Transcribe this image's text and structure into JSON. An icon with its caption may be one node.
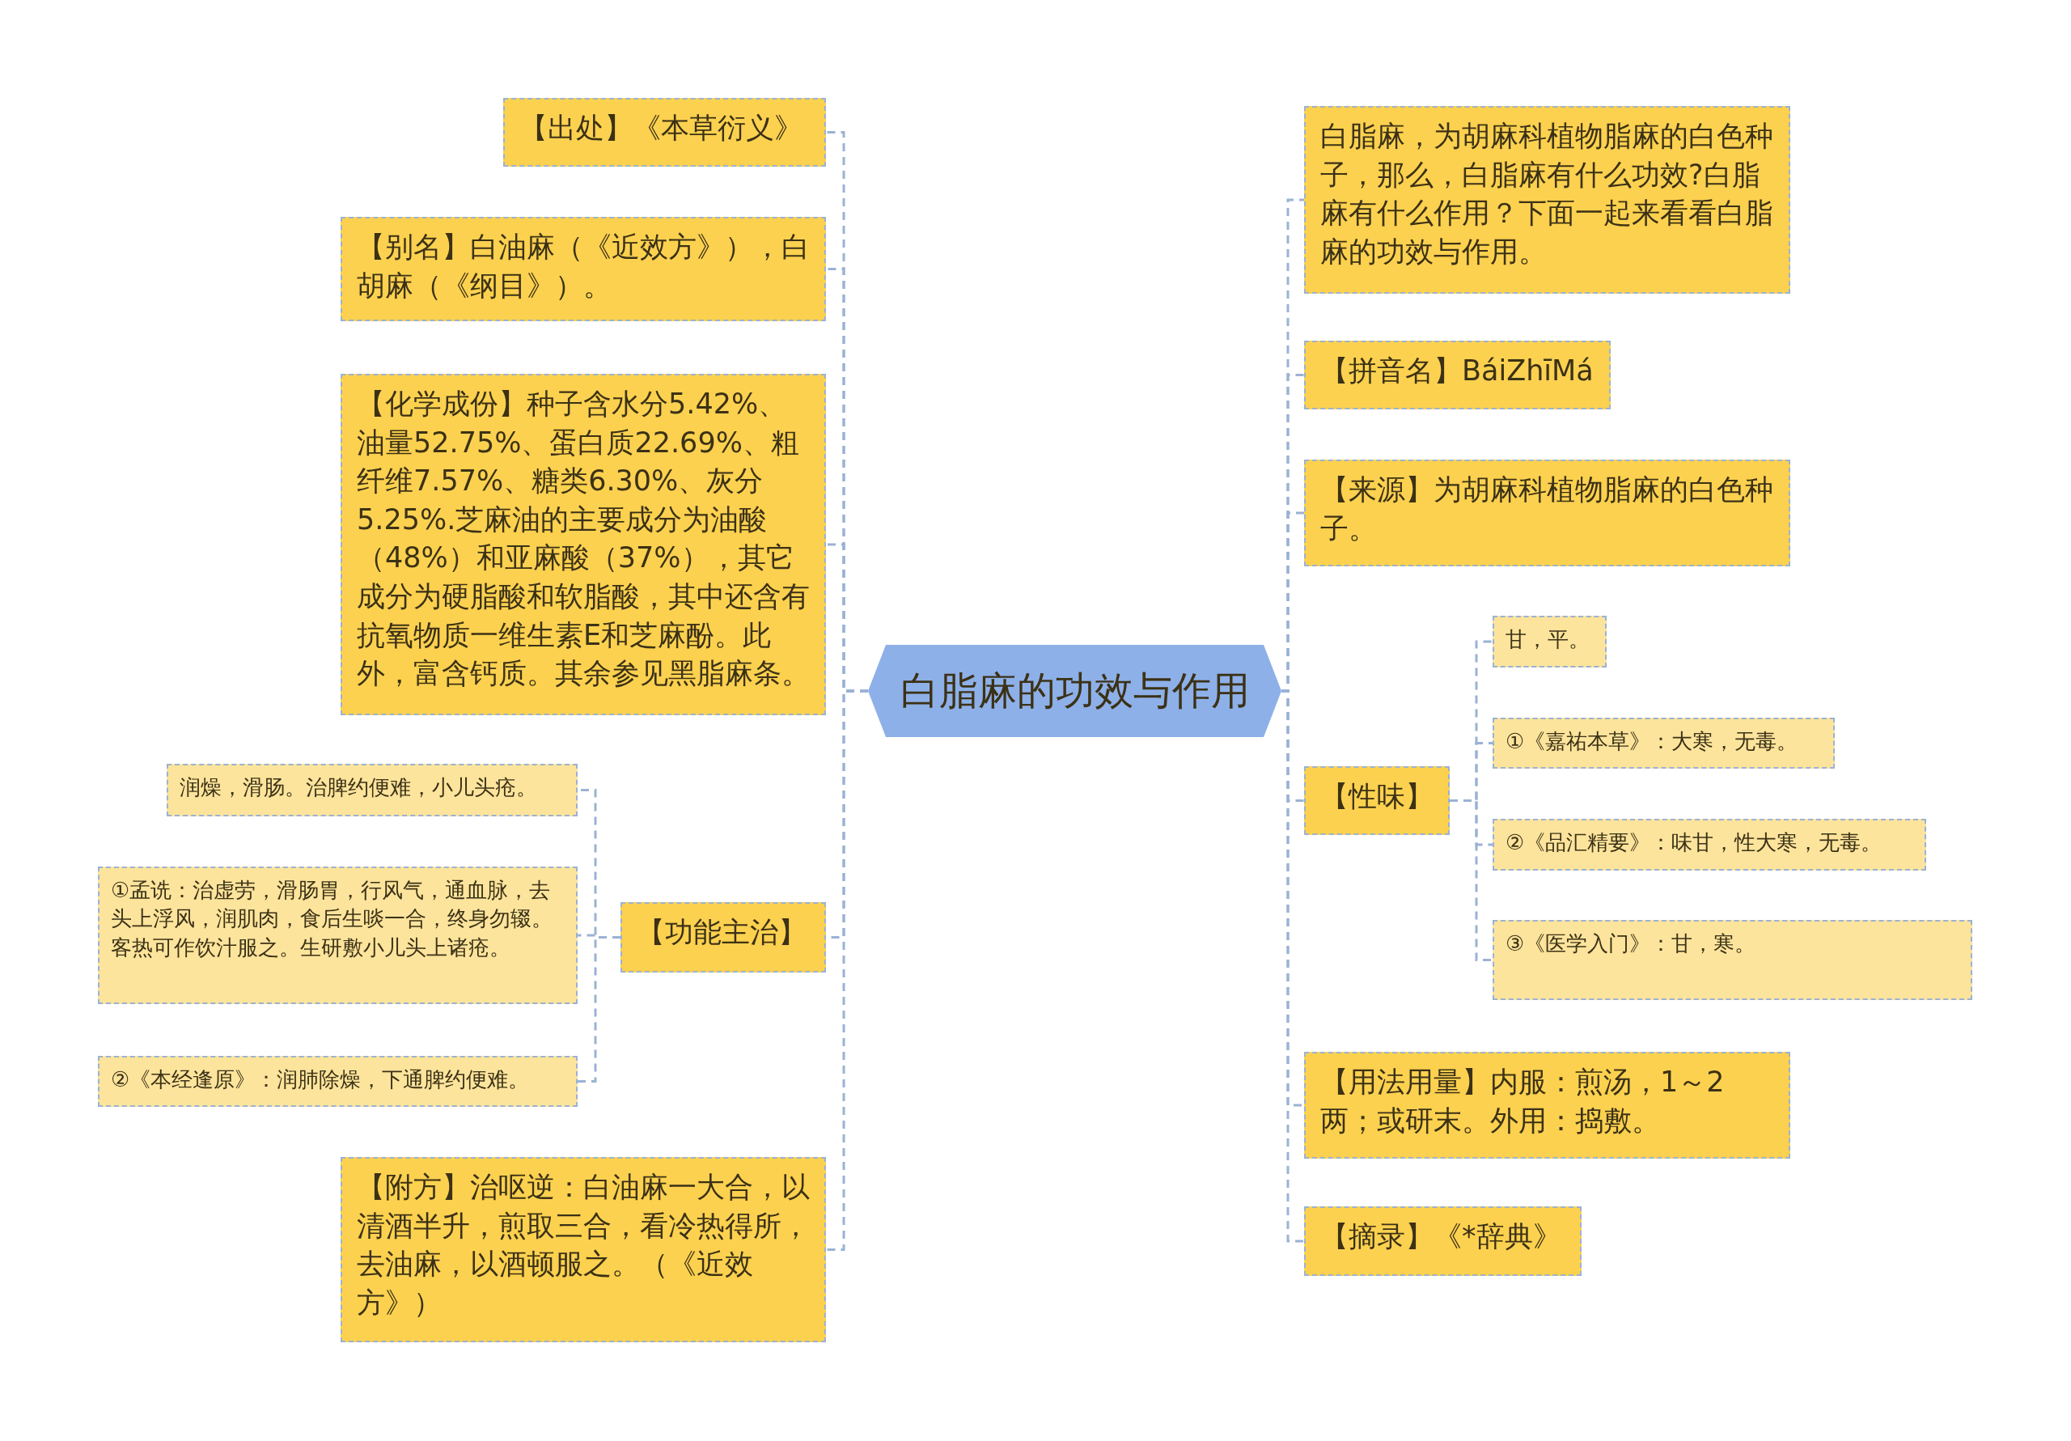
{
  "diagram": {
    "nodes": [
      {
        "text": [
          "白脂麻的功效与作用"
        ]
      },
      {
        "text": [
          "【出处】《本草衍义》"
        ]
      },
      {
        "text": [
          "【别名】白油麻（《近效方》），白胡麻（《纲目》）。"
        ]
      },
      {
        "text": [
          "【化学成份】种子含水分5.42%、油量52.75%、蛋白质22.69%、粗纤维7.57%、糖类6.30%、灰分5.25%.芝麻油的主要成分为油酸（48%）和亚麻酸（37%），其它成分为硬脂酸和软脂酸，其中还含有抗氧物质一维生素E和芝麻酚。此外，富含钙质。其余参见黑脂麻条。"
        ]
      },
      {
        "text": [
          "【功能主治】"
        ]
      },
      {
        "text": [
          "润燥，滑肠。治脾约便难，小儿头疮。"
        ]
      },
      {
        "text": [
          "①孟诜：治虚劳，滑肠胃，行风气，通血脉，去头上浮风，润肌肉，食后生啖一合，终身勿辍。客热可作饮汁服之。生研敷小儿头上诸疮。"
        ]
      },
      {
        "text": [
          "②《本经逢原》：润肺除燥，下通脾约便难。"
        ]
      },
      {
        "text": [
          "【附方】治呕逆：白油麻一大合，以清酒半升，煎取三合，看冷热得所，去油麻，以酒顿服之。（《近效方》）"
        ]
      },
      {
        "text": [
          "白脂麻，为胡麻科植物脂麻的白色种子，那么，白脂麻有什么功效?白脂麻有什么作用？下面一起来看看白脂麻的功效与作用。"
        ]
      },
      {
        "text": [
          "【拼音名】BáiZhīMá"
        ]
      },
      {
        "text": [
          "【来源】为胡麻科植物脂麻的白色种子。"
        ]
      },
      {
        "text": [
          "【性味】"
        ]
      },
      {
        "text": [
          "甘，平。"
        ]
      },
      {
        "text": [
          "①《嘉祐本草》：大寒，无毒。"
        ]
      },
      {
        "text": [
          "②《品汇精要》：味甘，性大寒，无毒。"
        ]
      },
      {
        "text": [
          "③《医学入门》：甘，寒。"
        ]
      },
      {
        "text": [
          "【用法用量】内服：煎汤，1～2两；或研末。外用：捣敷。"
        ]
      },
      {
        "text": [
          "【摘录】《*辞典》"
        ]
      }
    ],
    "edges": [
      {
        "from": 0,
        "to": 1,
        "arrow": "none"
      },
      {
        "from": 0,
        "to": 2,
        "arrow": "none"
      },
      {
        "from": 0,
        "to": 3,
        "arrow": "none"
      },
      {
        "from": 0,
        "to": 4,
        "arrow": "none"
      },
      {
        "from": 4,
        "to": 5,
        "arrow": "none"
      },
      {
        "from": 4,
        "to": 6,
        "arrow": "none"
      },
      {
        "from": 4,
        "to": 7,
        "arrow": "none"
      },
      {
        "from": 0,
        "to": 8,
        "arrow": "none"
      },
      {
        "from": 0,
        "to": 9,
        "arrow": "none"
      },
      {
        "from": 0,
        "to": 10,
        "arrow": "none"
      },
      {
        "from": 0,
        "to": 11,
        "arrow": "none"
      },
      {
        "from": 0,
        "to": 12,
        "arrow": "none"
      },
      {
        "from": 12,
        "to": 13,
        "arrow": "none"
      },
      {
        "from": 12,
        "to": 14,
        "arrow": "none"
      },
      {
        "from": 12,
        "to": 15,
        "arrow": "none"
      },
      {
        "from": 12,
        "to": 16,
        "arrow": "none"
      },
      {
        "from": 0,
        "to": 17,
        "arrow": "none"
      },
      {
        "from": 0,
        "to": 18,
        "arrow": "none"
      }
    ]
  }
}
